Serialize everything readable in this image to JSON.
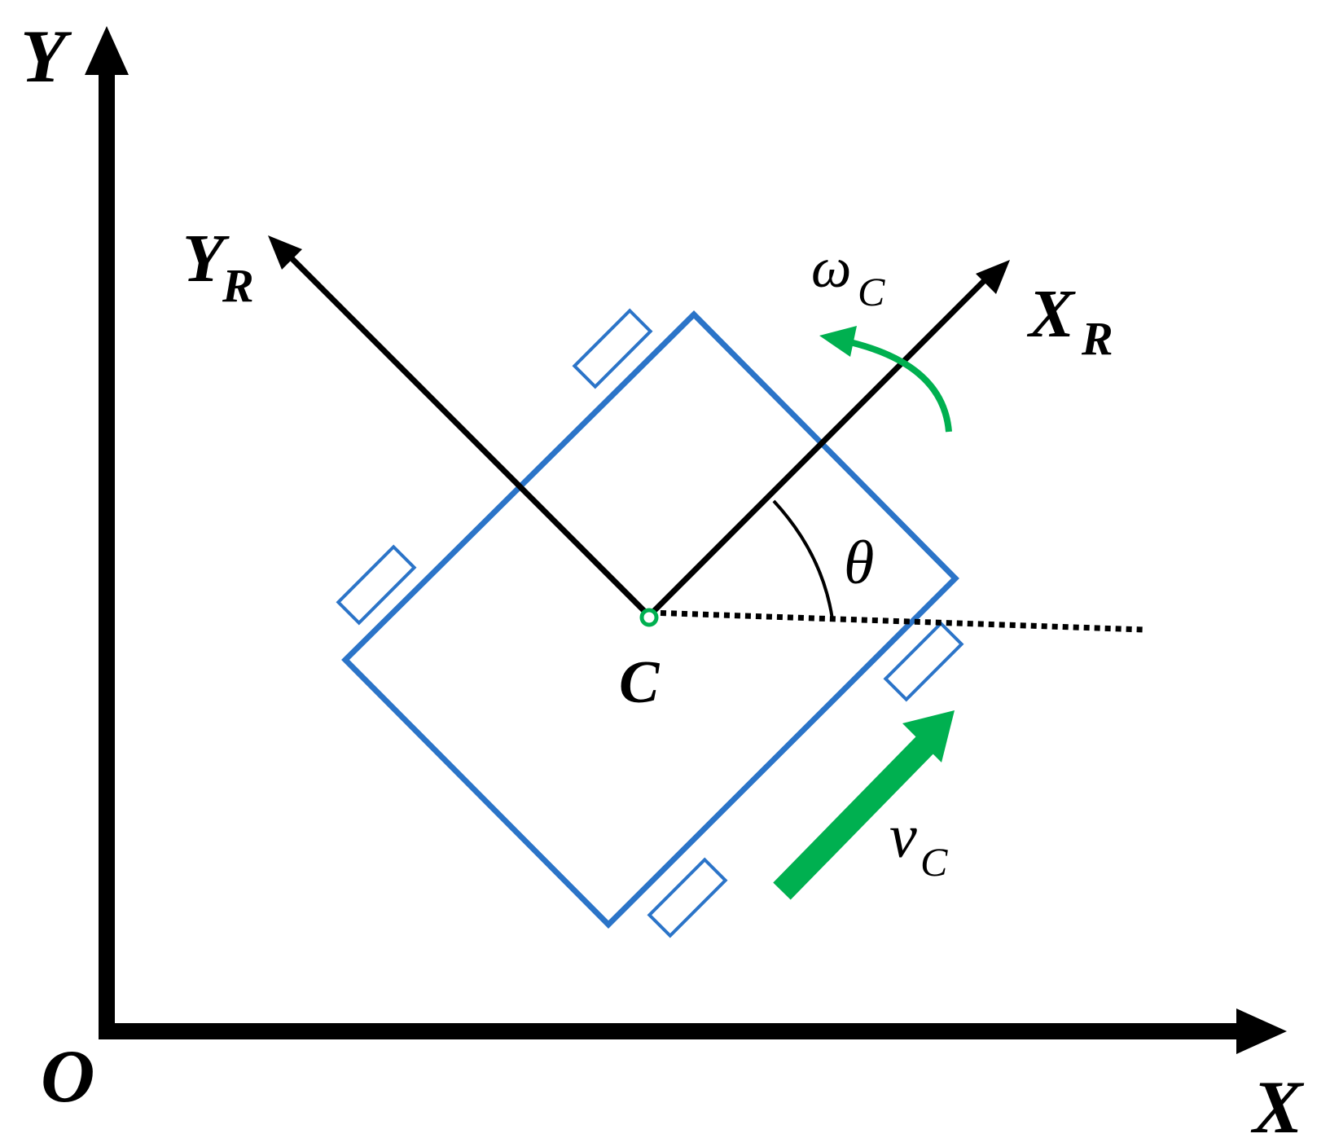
{
  "labels": {
    "origin": "O",
    "x_axis": "X",
    "y_axis": "Y",
    "robot_x_main": "X",
    "robot_x_sub": "R",
    "robot_y_main": "Y",
    "robot_y_sub": "R",
    "omega_main": "ω",
    "omega_sub": "C",
    "velocity_main": "v",
    "velocity_sub": "C",
    "angle": "θ",
    "center": "C"
  },
  "colors": {
    "axis": "#000000",
    "robot_body": "#2b74c8",
    "motion": "#00b050",
    "background": "#ffffff"
  }
}
